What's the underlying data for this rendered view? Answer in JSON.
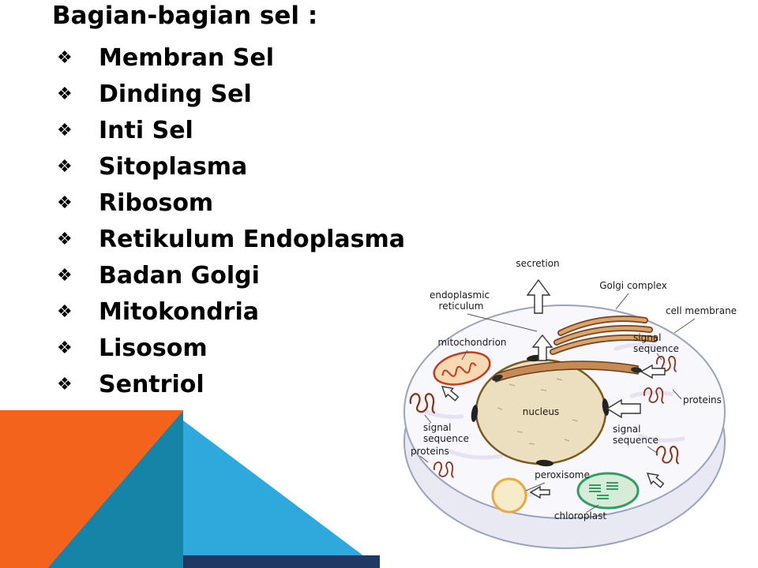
{
  "slide": {
    "title": "Bagian-bagian sel :",
    "bullet_char": "❖",
    "items": [
      "Membran Sel",
      "Dinding Sel",
      "Inti Sel",
      "Sitoplasma",
      "Ribosom",
      "Retikulum Endoplasma",
      "Badan Golgi",
      "Mitokondria",
      "Lisosom",
      "Sentriol"
    ]
  },
  "decoration": {
    "colors": {
      "orange": "#F4631C",
      "teal": "#1584A6",
      "light_blue": "#2FA8DC",
      "navy": "#1F3864"
    }
  },
  "diagram": {
    "labels": {
      "secretion": "secretion",
      "endoplasmic_reticulum": [
        "endoplasmic",
        "reticulum"
      ],
      "golgi_complex": "Golgi complex",
      "cell_membrane": "cell membrane",
      "mitochondrion": "mitochondrion",
      "signal_sequence": [
        "signal",
        "sequence"
      ],
      "nucleus": "nucleus",
      "proteins": "proteins",
      "peroxisome": "peroxisome",
      "chloroplast": "chloroplast"
    }
  }
}
